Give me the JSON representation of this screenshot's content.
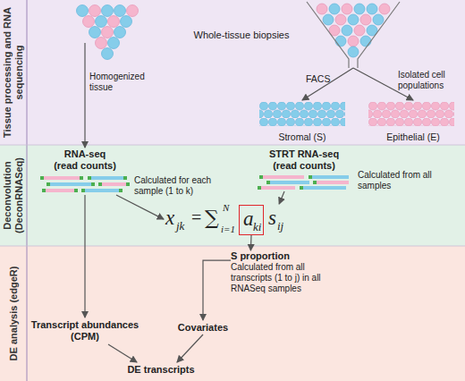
{
  "diagram": {
    "nodes": [
      {
        "text": [
          "Tissue processing and RNA sequencing"
        ]
      },
      {
        "text": [
          "FACS"
        ],
        "in": 0
      },
      {
        "text": [
          "Stromal (S)"
        ],
        "in": 0
      },
      {
        "text": [
          "Epithelial (E)"
        ],
        "in": 0
      },
      {
        "text": [
          "Deconvolution (DeconRNASeq)"
        ]
      },
      {
        "text": [
          "RNA-seq (read counts)"
        ],
        "in": 4
      },
      {
        "text": [
          "STRT RNA-seq (read counts)"
        ],
        "in": 4
      },
      {
        "text": [
          "x",
          "jk",
          "=",
          "∑",
          "N",
          "i=1",
          "s",
          "ij"
        ],
        "in": 4
      },
      {
        "text": [
          "a",
          "ki"
        ],
        "in": 7
      },
      {
        "text": [
          "DE analysis (edgeR)"
        ]
      },
      {
        "text": [
          "S proportion",
          "Calculated from all transcripts (1 to j) in all RNASeq samples"
        ],
        "in": 9
      },
      {
        "text": [
          "Transcript abundances (CPM)"
        ],
        "in": 9
      },
      {
        "text": [
          "Covariates"
        ],
        "in": 9
      },
      {
        "text": [
          "DE transcripts"
        ],
        "in": 9
      }
    ],
    "edges": [
      {
        "from": 1,
        "to": 2,
        "arrow": "to"
      },
      {
        "from": 1,
        "to": 3,
        "arrow": "to"
      },
      {
        "from": 5,
        "to": 7,
        "arrow": "to"
      },
      {
        "from": 6,
        "to": 7,
        "arrow": "to"
      },
      {
        "from": 8,
        "to": 10,
        "arrow": "to"
      },
      {
        "from": 5,
        "to": 11,
        "arrow": "to"
      },
      {
        "from": 10,
        "to": 12,
        "arrow": "to"
      },
      {
        "from": 11,
        "to": 13,
        "arrow": "to"
      },
      {
        "from": 12,
        "to": 13,
        "arrow": "to"
      }
    ],
    "labels": [
      "Whole-tissue biopsies",
      "Homogenized tissue",
      "Isolated cell populations",
      "Calculated for each sample (1 to k)",
      "Calculated from all samples"
    ]
  }
}
